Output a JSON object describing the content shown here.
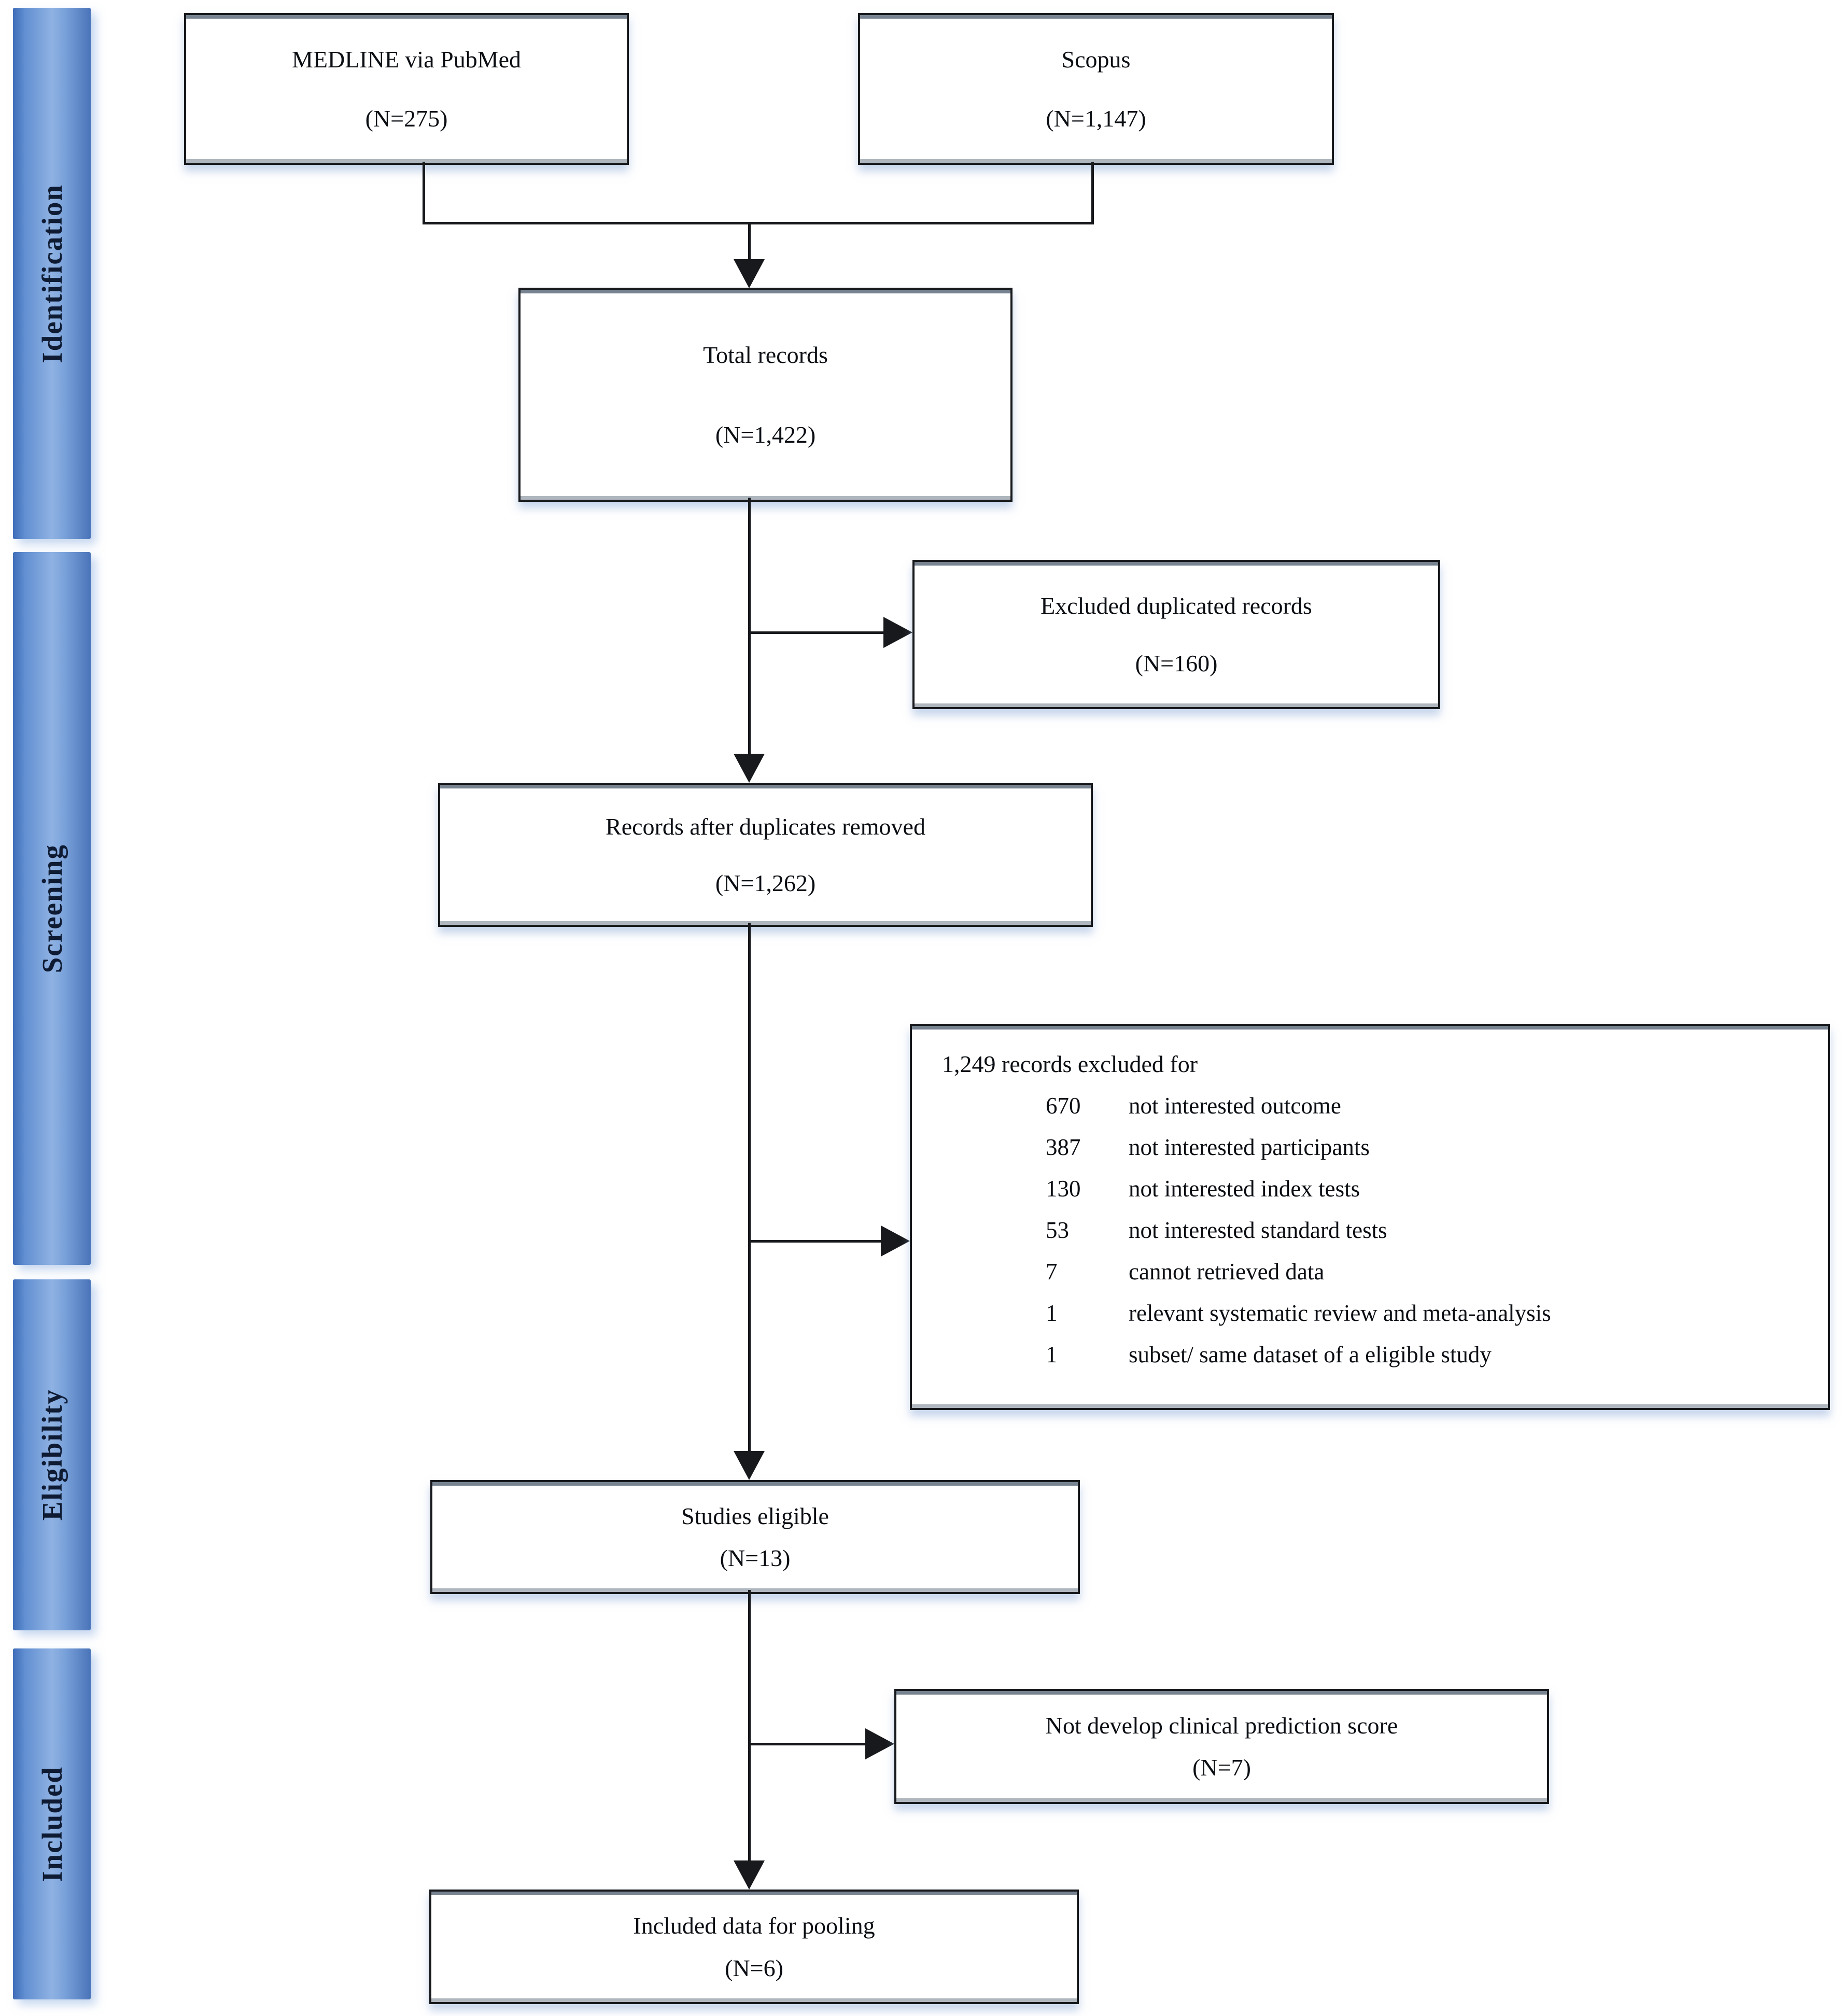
{
  "figure": {
    "type": "PRISMA flow diagram",
    "colors": {
      "bar_blue": "#6f9bd8",
      "line_black": "#17191c",
      "label_navy": "#0e1b33"
    }
  },
  "sidebar": {
    "stages": [
      {
        "label": "Identification"
      },
      {
        "label": "Screening"
      },
      {
        "label": "Eligibility"
      },
      {
        "label": "Included"
      }
    ]
  },
  "boxes": {
    "medline": {
      "line1": "MEDLINE via PubMed",
      "line2": "(N=275)"
    },
    "scopus": {
      "line1": "Scopus",
      "line2": "(N=1,147)"
    },
    "total_records": {
      "line1": "Total records",
      "line2": "(N=1,422)"
    },
    "excluded_duplicates": {
      "line1": "Excluded duplicated records",
      "line2": "(N=160)"
    },
    "after_duplicates": {
      "line1": "Records after duplicates removed",
      "line2": "(N=1,262)"
    },
    "records_excluded": {
      "title": "1,249 records excluded for",
      "items": [
        {
          "count": "670",
          "reason": "not interested outcome"
        },
        {
          "count": "387",
          "reason": "not interested participants"
        },
        {
          "count": "130",
          "reason": "not interested index tests"
        },
        {
          "count": "53",
          "reason": "not interested standard tests"
        },
        {
          "count": "7",
          "reason": "cannot retrieved data"
        },
        {
          "count": "1",
          "reason": "relevant systematic review and meta-analysis"
        },
        {
          "count": "1",
          "reason": "subset/ same dataset of a eligible study"
        }
      ]
    },
    "studies_eligible": {
      "line1": "Studies eligible",
      "line2": "(N=13)"
    },
    "not_develop": {
      "line1": "Not develop clinical prediction score",
      "line2": "(N=7)"
    },
    "included_pooling": {
      "line1": "Included data for pooling",
      "line2": "(N=6)"
    }
  }
}
